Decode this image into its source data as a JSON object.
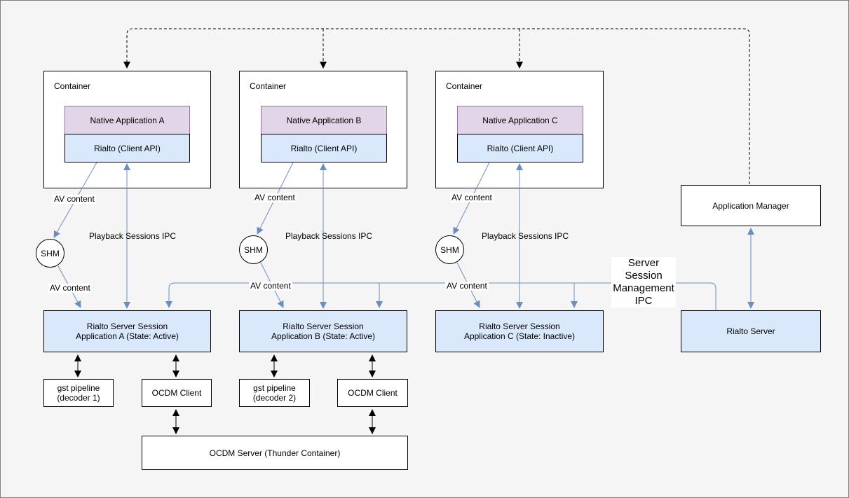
{
  "colors": {
    "background": "#f5f5f5",
    "box_fill": "#ffffff",
    "blue_fill": "#dae8fc",
    "purple_fill": "#e1d5e7",
    "purple_stroke": "#9673a6",
    "arrow_blue": "#6c8ebf",
    "line_black": "#000000"
  },
  "columns": [
    {
      "container_label": "Container",
      "app": "Native Application A",
      "client": "Rialto (Client API)",
      "av_top": "AV content",
      "shm": "SHM",
      "playback": "Playback Sessions IPC",
      "av_bottom": "AV content",
      "session_line1": "Rialto Server Session",
      "session_line2": "Application A (State: Active)"
    },
    {
      "container_label": "Container",
      "app": "Native Application B",
      "client": "Rialto (Client API)",
      "av_top": "AV content",
      "shm": "SHM",
      "playback": "Playback Sessions IPC",
      "av_bottom": "AV content",
      "session_line1": "Rialto Server Session",
      "session_line2": "Application B (State: Active)"
    },
    {
      "container_label": "Container",
      "app": "Native Application C",
      "client": "Rialto (Client API)",
      "av_top": "AV content",
      "shm": "SHM",
      "playback": "Playback Sessions IPC",
      "av_bottom": "AV content",
      "session_line1": "Rialto Server Session",
      "session_line2": "Application C (State: Inactive)"
    }
  ],
  "right": {
    "app_manager": "Application Manager",
    "rialto_server": "Rialto Server",
    "mgmt_ipc": "Server Session Management IPC"
  },
  "bottom": {
    "gst1_line1": "gst pipeline",
    "gst1_line2": "(decoder 1)",
    "gst2_line1": "gst pipeline",
    "gst2_line2": "(decoder 2)",
    "ocdm_client_a": "OCDM Client",
    "ocdm_client_b": "OCDM Client",
    "ocdm_server": "OCDM Server (Thunder Container)"
  }
}
